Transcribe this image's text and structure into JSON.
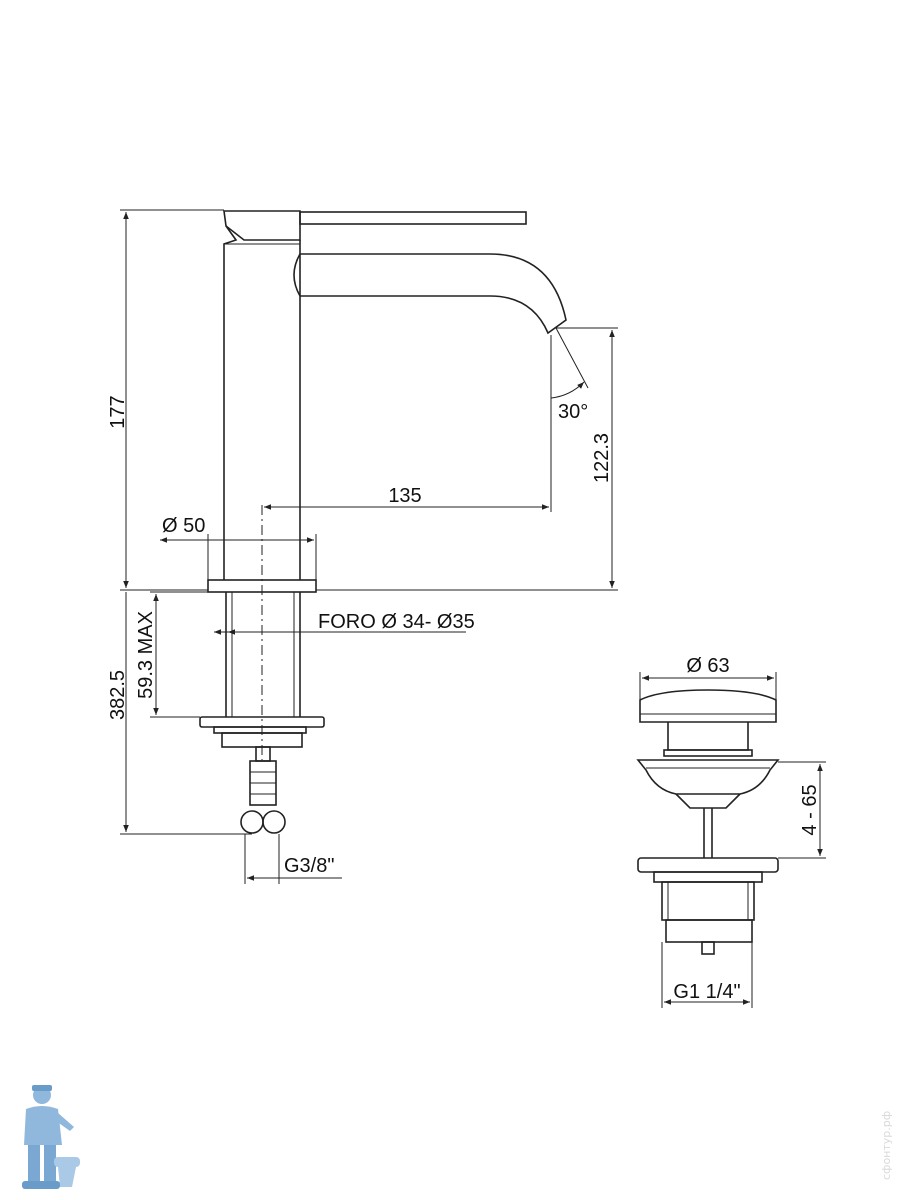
{
  "dimensions": {
    "height_total": "177",
    "spout_height": "122.3",
    "spout_reach": "135",
    "spout_angle": "30°",
    "base_diameter": "Ø 50",
    "hole": "FORO Ø 34- Ø35",
    "deck_max": "59.3 MAX",
    "below_deck": "382.5",
    "connection": "G3/8\"",
    "waste_diameter": "Ø 63",
    "waste_range": "4 - 65",
    "waste_thread": "G1 1/4\""
  },
  "watermark": "сфонтур.рф",
  "colors": {
    "line": "#222222",
    "logo": "#8fb8dc"
  }
}
